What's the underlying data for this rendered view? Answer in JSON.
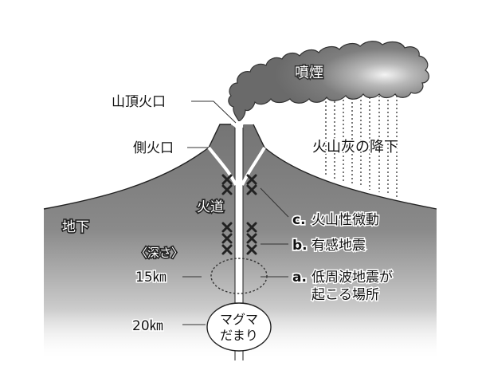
{
  "diagram": {
    "type": "volcano cross-section",
    "labels": {
      "smoke": "噴煙",
      "summit_crater": "山頂火口",
      "flank_crater": "側火口",
      "ash_fall": "火山灰の降下",
      "conduit": "火道",
      "underground": "地下",
      "depth_header": "〈深さ〉",
      "depth_15": "15㎞",
      "depth_20": "20㎞",
      "magma_line1": "マグマ",
      "magma_line2": "だまり",
      "item_c_letter": "c.",
      "item_c_text": "火山性微動",
      "item_b_letter": "b.",
      "item_b_text": "有感地震",
      "item_a_letter": "a.",
      "item_a_text_line1": "低周波地震が",
      "item_a_text_line2": "起こる場所"
    },
    "colors": {
      "ground_top": "#7a7a7a",
      "ground_bottom": "#f4f4f4",
      "smoke_dark": "#6e6e6e",
      "smoke_light": "#f0f0f0",
      "outline": "#222222",
      "background": "#ffffff"
    }
  }
}
